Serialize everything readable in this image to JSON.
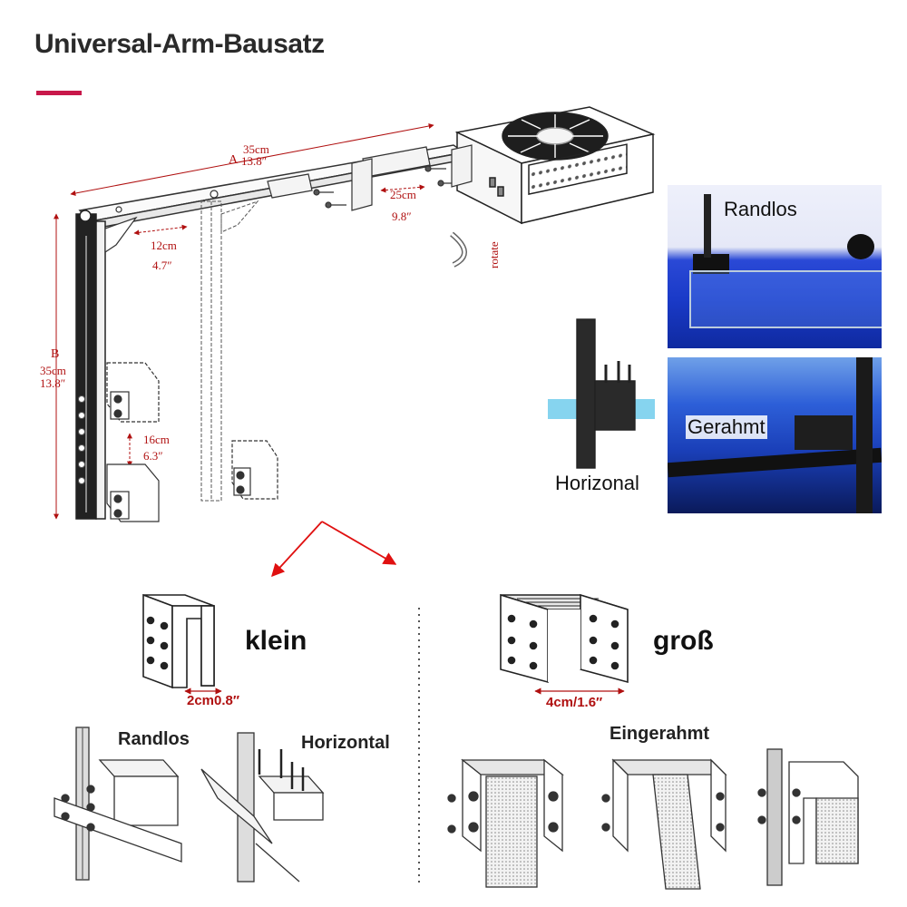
{
  "title": "Universal-Arm-Bausatz",
  "colors": {
    "accent": "#c8184a",
    "dimension": "#b01010",
    "arrow": "#e01010",
    "water": "#1a4ad8"
  },
  "diagram": {
    "dim_a": {
      "letter": "A",
      "cm": "35cm",
      "in": "13.8″"
    },
    "dim_b": {
      "letter": "B",
      "cm": "35cm",
      "in": "13.8″"
    },
    "dim_12": {
      "cm": "12cm",
      "in": "4.7″"
    },
    "dim_25": {
      "cm": "25cm",
      "in": "9.8″"
    },
    "dim_16": {
      "cm": "16cm",
      "in": "6.3″"
    },
    "rotate": "rotate"
  },
  "photos": {
    "top": "Randlos",
    "bottom": "Gerahmt",
    "horizontal": "Horizonal"
  },
  "brackets": {
    "small": {
      "name": "klein",
      "size": "2cm0.8″"
    },
    "large": {
      "name": "groß",
      "size": "4cm/1.6″"
    }
  },
  "usage": {
    "randlos": "Randlos",
    "horizontal": "Horizontal",
    "eingerahmt": "Eingerahmt"
  }
}
